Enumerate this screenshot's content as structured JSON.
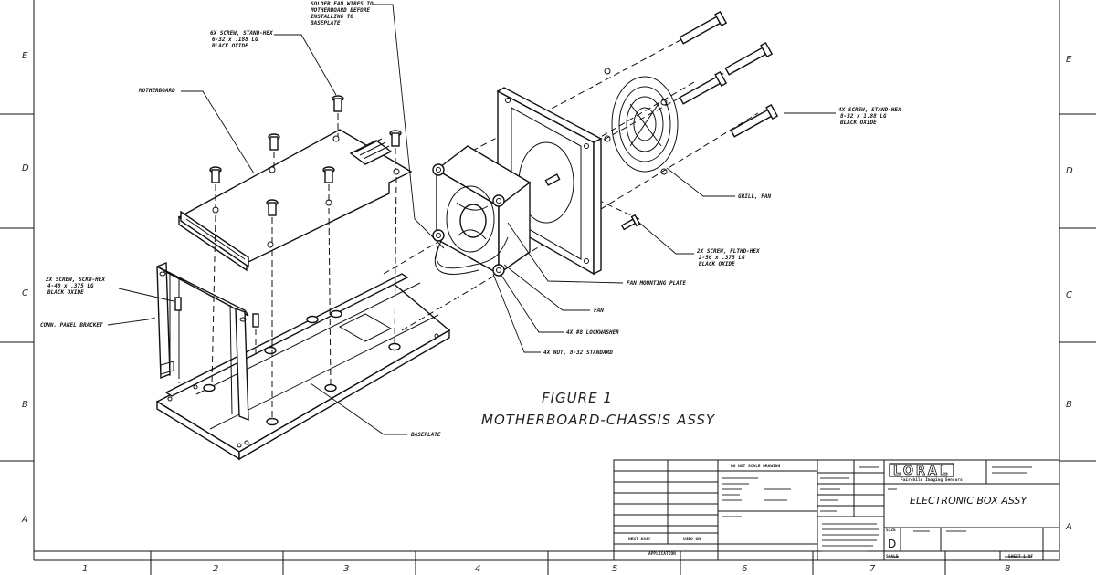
{
  "grid_labels": {
    "left_rows": [
      "E",
      "D",
      "C",
      "B",
      "A"
    ],
    "right_rows": [
      "E",
      "D",
      "C",
      "B",
      "A"
    ],
    "bottom_cols": [
      "1",
      "2",
      "3",
      "4",
      "5",
      "6",
      "7",
      "8"
    ]
  },
  "callouts": {
    "solder_fan_wires": [
      "SOLDER FAN WIRES TO",
      "MOTHERBOARD BEFORE",
      "INSTALLING TO",
      "BASEPLATE"
    ],
    "screw_standoff_motherboard": [
      "6X SCREW, STAND-HEX",
      "6-32 x .188 LG",
      "BLACK OXIDE"
    ],
    "motherboard": [
      "MOTHERBOARD"
    ],
    "screw_standoff_fan": [
      "4X SCREW, STAND-HEX",
      "8-32 x 1.88 LG",
      "BLACK OXIDE"
    ],
    "grill_fan": [
      "GRILL, FAN"
    ],
    "screw_fltrd_hex": [
      "2X SCREW, FLTHD-HEX",
      "2-56 x .375 LG",
      "BLACK OXIDE"
    ],
    "fan_mounting_plate": [
      "FAN MOUNTING PLATE"
    ],
    "fan": [
      "FAN"
    ],
    "lockwasher": [
      "4X #8 LOCKWASHER"
    ],
    "nut": [
      "4X NUT, 8-32 STANDARD"
    ],
    "screw_sckt_hex": [
      "2X SCREW, SCKD-HEX",
      "4-40 x .375 LG",
      "BLACK OXIDE"
    ],
    "conn_panel_bracket": [
      "CONN. PANEL BRACKET"
    ],
    "baseplate": [
      "BASEPLATE"
    ]
  },
  "figure": {
    "number": "FIGURE 1",
    "caption": "MOTHERBOARD-CHASSIS ASSY"
  },
  "title_block": {
    "do_not_scale": "DO NOT SCALE DRAWING",
    "next_assy": "NEXT ASSY",
    "used_on": "USED ON",
    "application": "APPLICATION",
    "company_logo": "LORAL",
    "company_subtitle": "Fairchild Imaging Sensors",
    "drawing_title": "ELECTRONIC BOX ASSY",
    "size": "D",
    "size_label": "SIZE",
    "scale_label": "SCALE",
    "sheet": "SHEET 1 OF"
  }
}
